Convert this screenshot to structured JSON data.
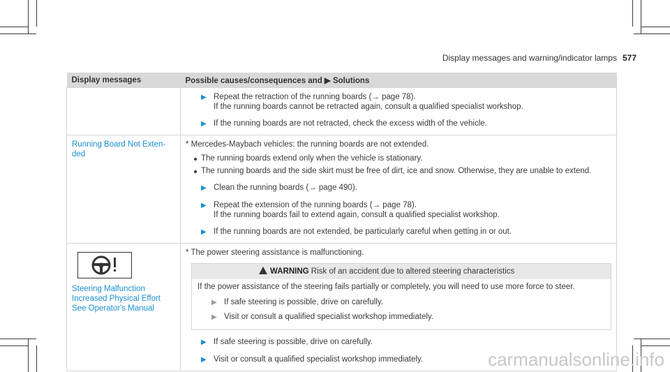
{
  "header": {
    "title": "Display messages and warning/indicator lamps",
    "page": "577"
  },
  "table": {
    "col1_header": "Display messages",
    "col2_header": "Possible causes/consequences and ▶ Solutions",
    "row1": {
      "step1_l1": "Repeat the retraction of the running boards (→ page 78).",
      "step1_l2": "If the running boards cannot be retracted again, consult a qualified specialist workshop.",
      "step2": "If the running boards are not retracted, check the excess width of the vehicle."
    },
    "row2": {
      "message": "Running Board Not Exten-ded",
      "note": "* Mercedes-Maybach vehicles: the running boards are not extended.",
      "bullet1": "The running boards extend only when the vehicle is stationary.",
      "bullet2": "The running boards and the side skirt must be free of dirt, ice and snow. Otherwise, they are unable to extend.",
      "step1": "Clean the running boards (→ page 490).",
      "step2_l1": "Repeat the extension of the running boards (→ page 78).",
      "step2_l2": "If the running boards fail to extend again, consult a qualified specialist workshop.",
      "step3": "If the running boards are not extended, be particularly careful when getting in or out."
    },
    "row3": {
      "message_l1": "Steering Malfunction",
      "message_l2": "Increased Physical Effort",
      "message_l3": "See Operator's Manual",
      "note": "* The power steering assistance is malfunctioning.",
      "warning_label": "WARNING",
      "warning_title": "Risk of an accident due to altered steering characteristics",
      "warning_text": "If the power assistance of the steering fails partially or completely, you will need to use more force to steer.",
      "warning_step1": "If safe steering is possible, drive on carefully.",
      "warning_step2": "Visit or consult a qualified specialist workshop immediately.",
      "step1": "If safe steering is possible, drive on carefully.",
      "step2": "Visit or consult a qualified specialist workshop immediately."
    }
  },
  "watermark": "carmanualsonline.info",
  "colors": {
    "accent": "#1a8fd1",
    "header_bg": "#d9d9d9"
  }
}
